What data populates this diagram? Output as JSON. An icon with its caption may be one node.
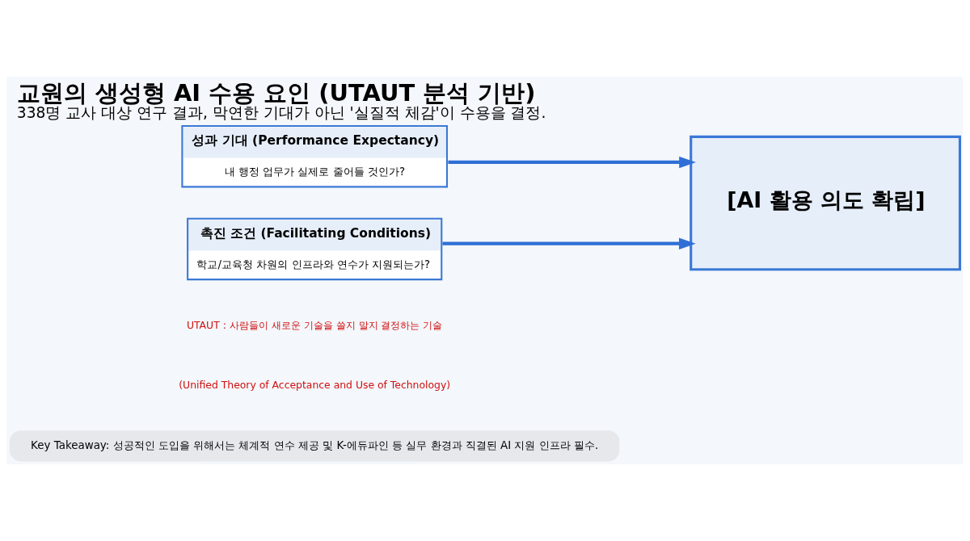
{
  "diagram": {
    "title": "교원의 생성형 AI 수용 요인 (UTAUT 분석 기반)",
    "caption": "338명 교사 대상 연구 결과, 막연한 기대가 아닌 '실질적 체감'이 수용을 결정.",
    "nodes": [
      {
        "text": [
          "성과 기대 (Performance Expectancy)",
          "내 행정 업무가 실제로 줄어들 것인가?"
        ]
      },
      {
        "text": [
          "촉진 조건 (Facilitating Conditions)",
          "학교/교육청 차원의 인프라와 연수가 지원되는가?"
        ]
      },
      {
        "text": [
          "[AI 활용 의도 확립]"
        ]
      },
      {
        "text": [
          "Key Takeaway: 성공적인 도입을 위해서는 체계적 연수 제공 및 K-에듀파인 등 실무 환경과 직결된 AI 지원 인프라 필수."
        ]
      }
    ],
    "edges": [
      {
        "from": 0,
        "to": 2,
        "arrow": "to"
      },
      {
        "from": 1,
        "to": 2,
        "arrow": "to"
      }
    ],
    "labels": [
      "UTAUT : 사람들이 새로운 기술을 쓸지 말지 결정하는 기술",
      "(Unified Theory of Acceptance and Use of Technology)"
    ]
  }
}
